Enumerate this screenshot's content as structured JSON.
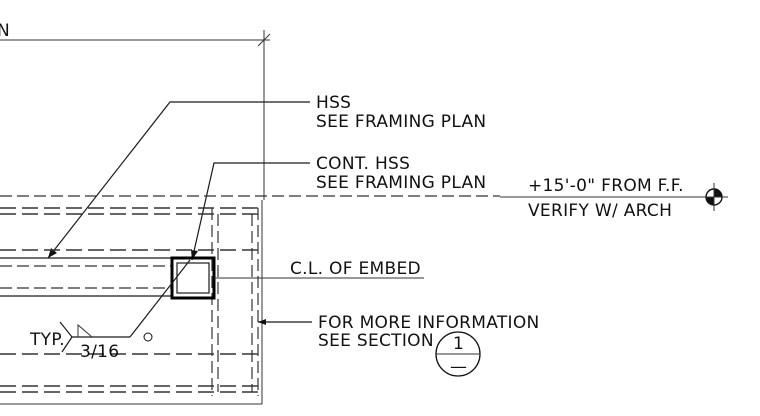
{
  "notes": {
    "top_left_fragment": "N",
    "hss_line1": "HSS",
    "hss_line2": "SEE FRAMING PLAN",
    "cont_hss_line1": "CONT. HSS",
    "cont_hss_line2": "SEE FRAMING PLAN",
    "elevation_line1": "+15'-0\" FROM F.F.",
    "elevation_line2": "VERIFY W/ ARCH",
    "embed_label": "C.L. OF EMBED",
    "more_info_line1": "FOR MORE INFORMATION",
    "more_info_line2": "SEE SECTION",
    "weld_typ": "TYP.",
    "weld_size": "3/16"
  },
  "section_bubble": {
    "number": "1",
    "sheet": "—"
  },
  "icons": {
    "elevation_marker": "elevation-target-icon",
    "weld_symbol": "fillet-weld-symbol-icon",
    "section_bubble": "section-callout-icon"
  }
}
